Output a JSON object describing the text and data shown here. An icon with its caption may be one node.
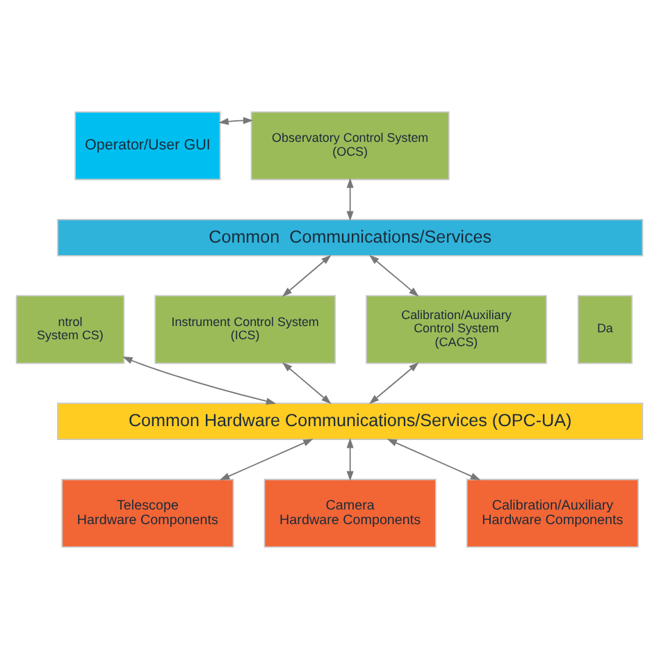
{
  "diagram": {
    "nodes": [
      {
        "text": [
          "Operator/User GUI"
        ]
      },
      {
        "text": [
          "Observatory Control System (OCS)"
        ]
      },
      {
        "text": [
          "Common  Communications/Services"
        ]
      },
      {
        "text": [
          "ntrol System CS)"
        ]
      },
      {
        "text": [
          "Instrument Control System (ICS)"
        ]
      },
      {
        "text": [
          "Calibration/Auxiliary Control System (CACS)"
        ]
      },
      {
        "text": [
          "Da"
        ]
      },
      {
        "text": [
          "Common Hardware Communications/Services (OPC-UA)"
        ]
      },
      {
        "text": [
          "Telescope Hardware Components"
        ]
      },
      {
        "text": [
          "Camera Hardware Components"
        ]
      },
      {
        "text": [
          "Calibration/Auxiliary Hardware Components"
        ]
      }
    ],
    "edges": [
      {
        "from": 1,
        "to": 0,
        "arrow": "both"
      },
      {
        "from": 1,
        "to": 2,
        "arrow": "both"
      },
      {
        "from": 2,
        "to": 4,
        "arrow": "both"
      },
      {
        "from": 2,
        "to": 5,
        "arrow": "both"
      },
      {
        "from": 3,
        "to": 7,
        "arrow": "both"
      },
      {
        "from": 4,
        "to": 7,
        "arrow": "both"
      },
      {
        "from": 5,
        "to": 7,
        "arrow": "both"
      },
      {
        "from": 7,
        "to": 8,
        "arrow": "both"
      },
      {
        "from": 7,
        "to": 9,
        "arrow": "both"
      },
      {
        "from": 7,
        "to": 10,
        "arrow": "both"
      }
    ]
  }
}
